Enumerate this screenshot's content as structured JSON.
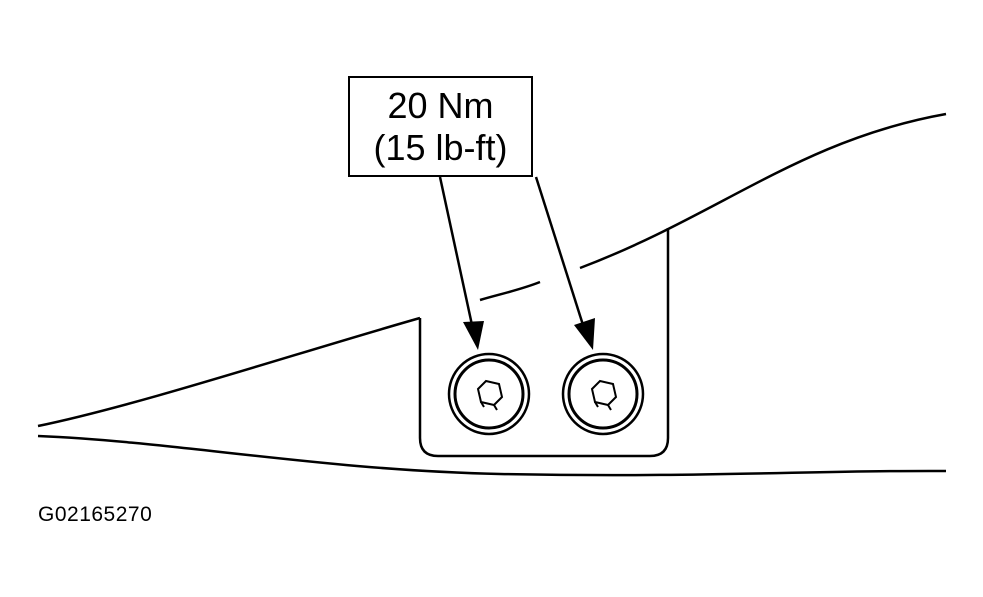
{
  "callout": {
    "torque_metric": "20 Nm",
    "torque_imperial": "(15 lb-ft)"
  },
  "figure_id": "G02165270",
  "colors": {
    "line": "#000000",
    "background": "#ffffff"
  },
  "icons": [
    "bolt-icon",
    "arrow-icon"
  ]
}
